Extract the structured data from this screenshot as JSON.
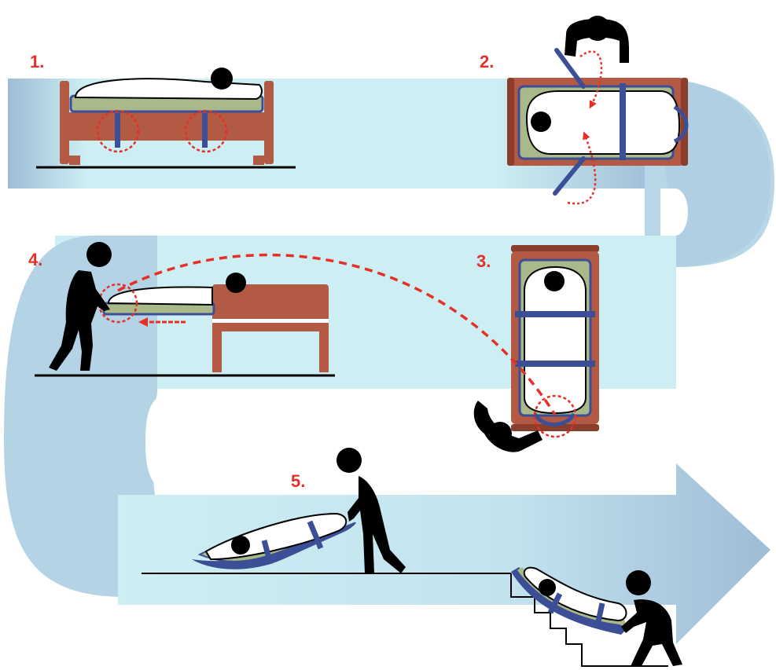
{
  "diagram": {
    "steps": [
      {
        "number": "1."
      },
      {
        "number": "2."
      },
      {
        "number": "3."
      },
      {
        "number": "4."
      },
      {
        "number": "5."
      }
    ]
  },
  "colors": {
    "path_light": "#cdeef3",
    "path_dark": "#9fbcd6",
    "bed_frame": "#b25a43",
    "bed_frame_dark": "#8a3f2d",
    "sheet_green": "#a9b98a",
    "strap_blue": "#3c4f96",
    "person": "#000000",
    "arrow_red": "#e53028",
    "step_number": "#e53028"
  }
}
